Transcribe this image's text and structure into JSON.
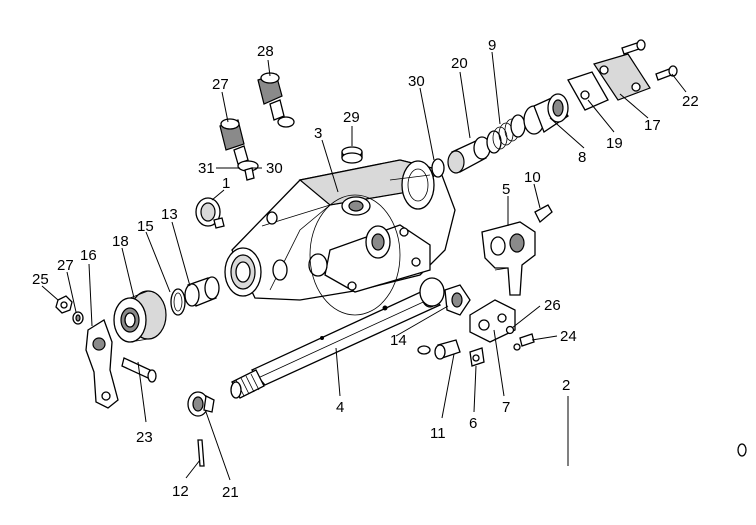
{
  "diagram": {
    "callouts": [
      {
        "id": "c1",
        "text": "1"
      },
      {
        "id": "c2",
        "text": "2"
      },
      {
        "id": "c3",
        "text": "3"
      },
      {
        "id": "c4",
        "text": "4"
      },
      {
        "id": "c5",
        "text": "5"
      },
      {
        "id": "c6",
        "text": "6"
      },
      {
        "id": "c7",
        "text": "7"
      },
      {
        "id": "c8",
        "text": "8"
      },
      {
        "id": "c9",
        "text": "9"
      },
      {
        "id": "c10",
        "text": "10"
      },
      {
        "id": "c11",
        "text": "11"
      },
      {
        "id": "c12",
        "text": "12"
      },
      {
        "id": "c13",
        "text": "13"
      },
      {
        "id": "c14",
        "text": "14"
      },
      {
        "id": "c15",
        "text": "15"
      },
      {
        "id": "c16",
        "text": "16"
      },
      {
        "id": "c17",
        "text": "17"
      },
      {
        "id": "c18",
        "text": "18"
      },
      {
        "id": "c19",
        "text": "19"
      },
      {
        "id": "c20",
        "text": "20"
      },
      {
        "id": "c21",
        "text": "21"
      },
      {
        "id": "c22",
        "text": "22"
      },
      {
        "id": "c23",
        "text": "23"
      },
      {
        "id": "c24",
        "text": "24"
      },
      {
        "id": "c25",
        "text": "25"
      },
      {
        "id": "c26",
        "text": "26"
      },
      {
        "id": "c27a",
        "text": "27"
      },
      {
        "id": "c27b",
        "text": "27"
      },
      {
        "id": "c28",
        "text": "28"
      },
      {
        "id": "c29",
        "text": "29"
      },
      {
        "id": "c30a",
        "text": "30"
      },
      {
        "id": "c30b",
        "text": "30"
      },
      {
        "id": "c31",
        "text": "31"
      }
    ]
  }
}
